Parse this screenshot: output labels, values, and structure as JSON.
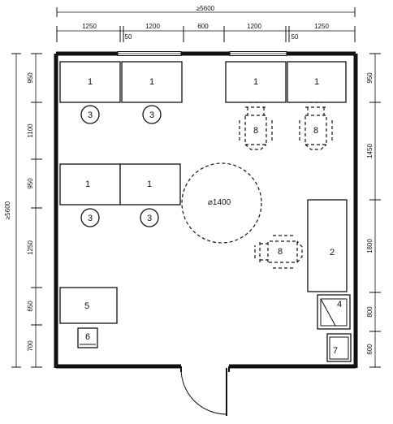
{
  "dimensions": {
    "top_overall": "≥5600",
    "top_segments": [
      "1250",
      "50",
      "1200",
      "600",
      "1200",
      "50",
      "1250"
    ],
    "left_overall": "≥5600",
    "left_segments": [
      "950",
      "1100",
      "950",
      "1250",
      "650",
      "700"
    ],
    "right_segments": [
      "950",
      "1450",
      "1800",
      "800",
      "600"
    ]
  },
  "turning_circle_label": "⌀1400",
  "labels": {
    "workbench": "1",
    "counter": "2",
    "stool": "3",
    "sink": "4",
    "cabinet": "5",
    "bin": "6",
    "storage": "7",
    "wheelchair": "8"
  }
}
